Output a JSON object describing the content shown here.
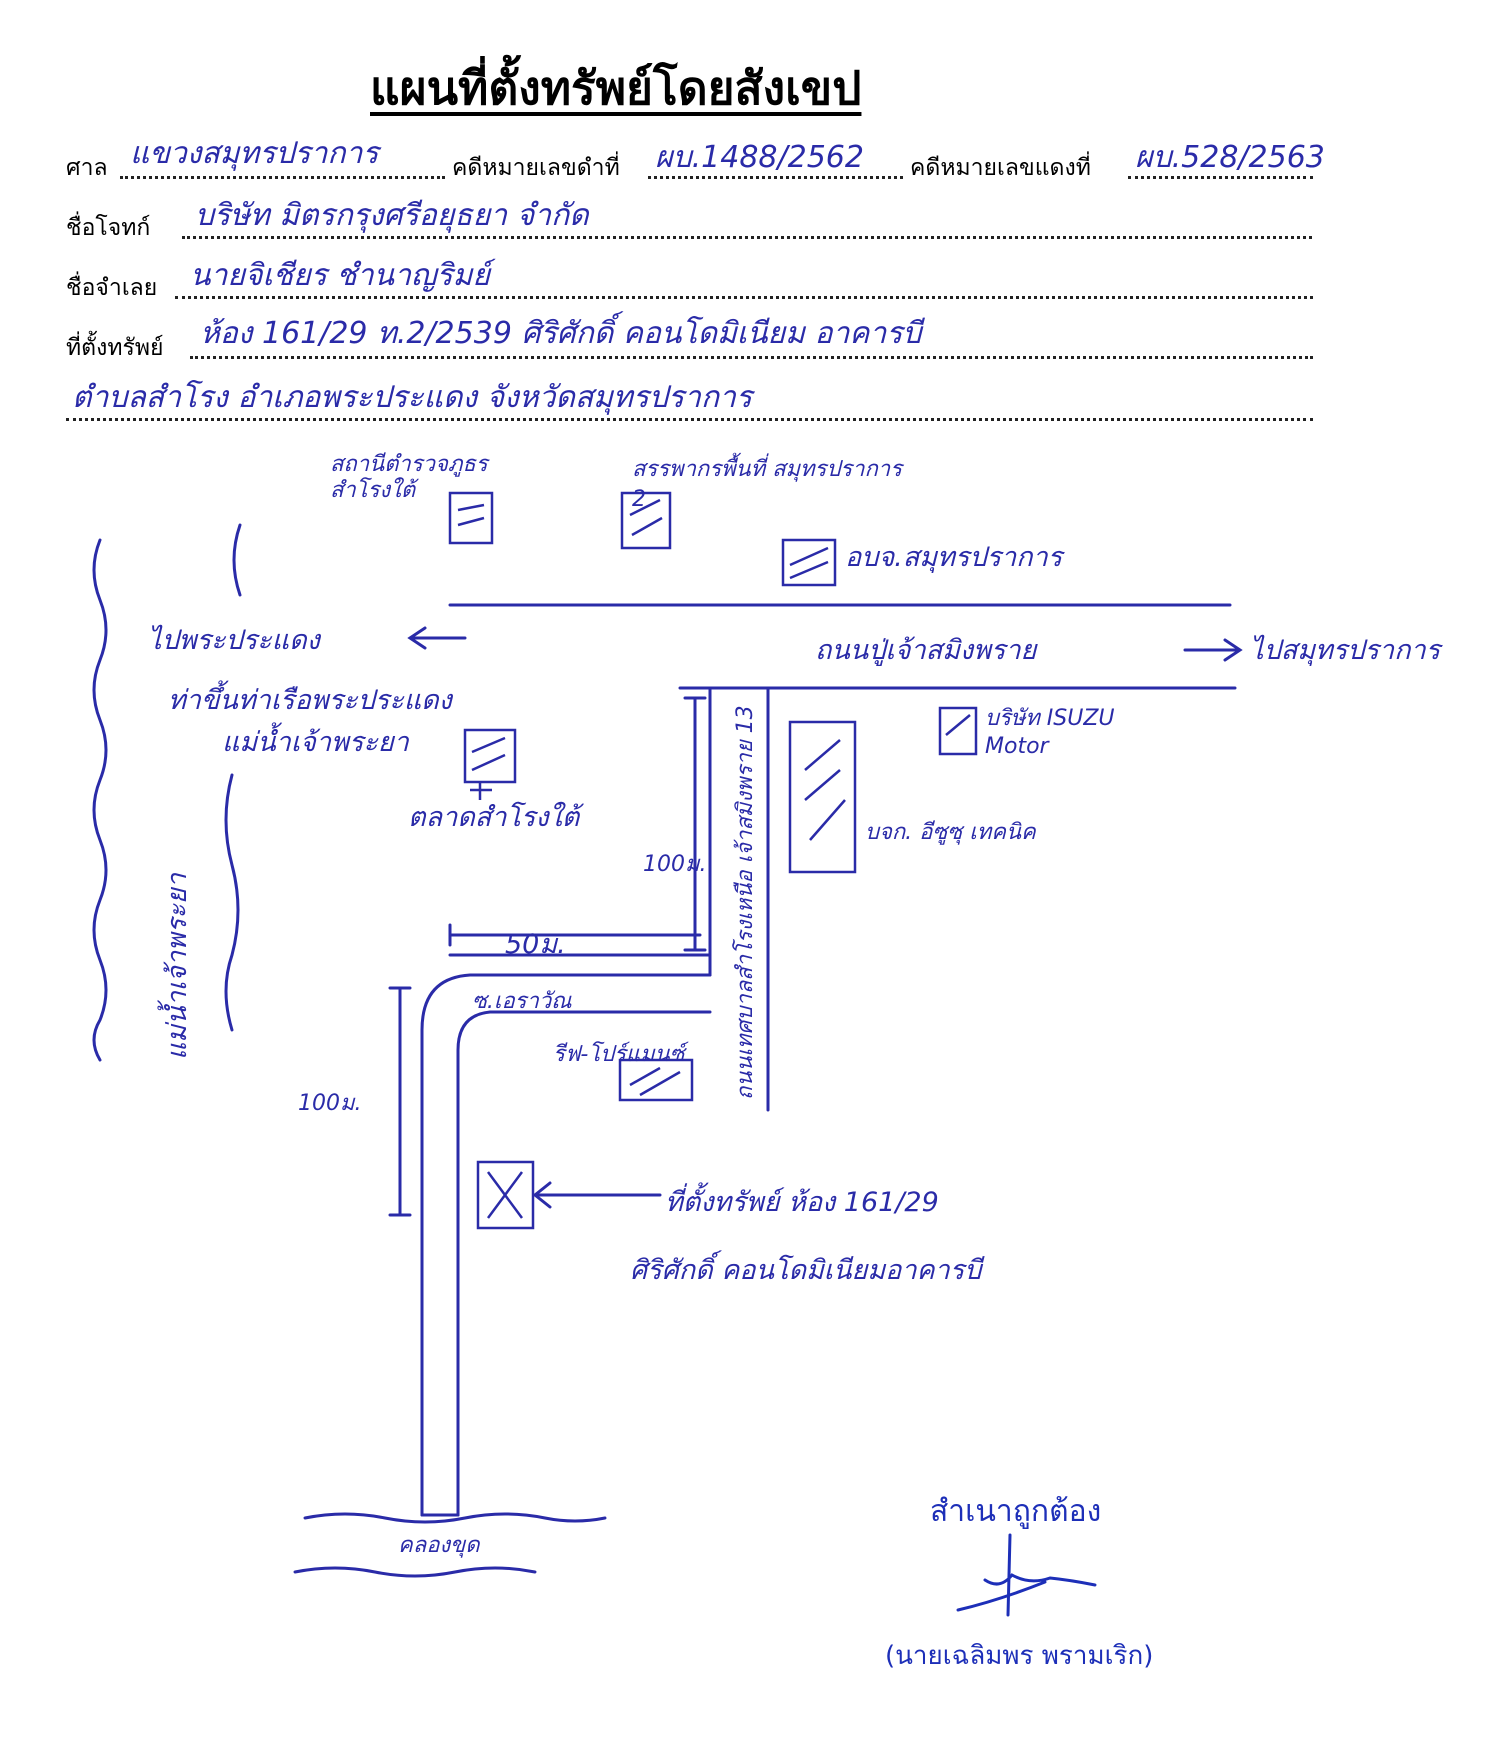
{
  "header": {
    "title": "แผนที่ตั้งทรัพย์โดยสังเขป"
  },
  "form": {
    "court_label": "ศาล",
    "court_value": "แขวงสมุทรปราการ",
    "black_case_label": "คดีหมายเลขดำที่",
    "black_case_value": "ผบ.1488/2562",
    "red_case_label": "คดีหมายเลขแดงที่",
    "red_case_value": "ผบ.528/2563",
    "plaintiff_label": "ชื่อโจทก์",
    "plaintiff_value": "บริษัท มิตรกรุงศรีอยุธยา จำกัด",
    "defendant_label": "ชื่อจำเลย",
    "defendant_value": "นายจิเชียร ชำนาญริมย์",
    "location_label": "ที่ตั้งทรัพย์",
    "location_value_line1": "ห้อง 161/29 ท.2/2539 ศิริศักดิ์ คอนโดมิเนียม อาคารบี",
    "location_value_line2": "ตำบลสำโรง อำเภอพระประแดง จังหวัดสมุทรปราการ"
  },
  "map": {
    "station": "สถานีตำรวจภูธร สำโรงใต้",
    "revenue": "สรรพากรพื้นที่ สมุทรปราการ 2",
    "obj": "อบจ.สมุทรปราการ",
    "to_phrapradaeng": "ไปพระประแดง",
    "pier": "ท่าขึ้นท่าเรือพระประแดง",
    "river_small": "แม่น้ำเจ้าพระยา",
    "main_road": "ถนนปู่เจ้าสมิงพราย",
    "to_samut": "ไปสมุทรปราการ",
    "side_road": "ถนนเทศบาลสำโรงเหนือ เจ้าสมิงพราย 13",
    "isuzu": "บริษัท ISUZU Motor",
    "company": "บจก. อีซูซุ เทคนิค",
    "market": "ตลาดสำโรงใต้",
    "dist_100_top": "100ม.",
    "dist_50": "50ม.",
    "dist_100_left": "100ม.",
    "soi": "ซ.เอราวัณ",
    "shop": "รีฟ-โปร์แมนซ์",
    "property_label_line1": "ที่ตั้งทรัพย์ ห้อง 161/29",
    "property_label_line2": "ศิริศักดิ์ คอนโดมิเนียมอาคารบี",
    "canal": "คลองขุด",
    "river_big": "แม่น้ำเจ้าพระยา",
    "ink_color": "#2a2ba8"
  },
  "certification": {
    "certified": "สำเนาถูกต้อง",
    "name": "(นายเฉลิมพร พรามเริก)"
  }
}
